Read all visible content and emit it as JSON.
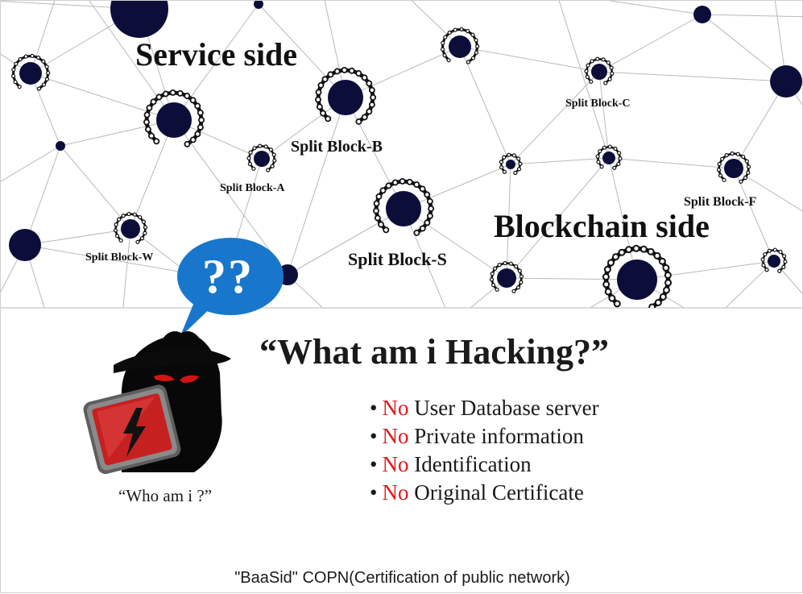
{
  "labels": {
    "service_side": "Service side",
    "blockchain_side": "Blockchain side",
    "block_a": "Split Block-A",
    "block_b": "Split Block-B",
    "block_c": "Split Block-C",
    "block_f": "Split Block-F",
    "block_s": "Split Block-S",
    "block_w": "Split Block-W"
  },
  "bubble": {
    "text": "??"
  },
  "headline": "“What am i Hacking?”",
  "hacker_caption": "“Who am i ?”",
  "bullets": [
    {
      "dot": "•",
      "neg": "No",
      "rest": " User Database server"
    },
    {
      "dot": "•",
      "neg": "No",
      "rest": " Private information"
    },
    {
      "dot": "•",
      "neg": "No",
      "rest": " Identification"
    },
    {
      "dot": "•",
      "neg": "No",
      "rest": " Original Certificate"
    }
  ],
  "footer": "\"BaaSid\" COPN(Certification of public network)",
  "colors": {
    "node": "#0d0d3a",
    "accent_no": "#e0191b",
    "bubble": "#1877cc",
    "monitor": "#c62020"
  },
  "icons": [
    "hacker-icon",
    "lightning-icon",
    "speech-bubble-icon",
    "network-node-icon"
  ]
}
